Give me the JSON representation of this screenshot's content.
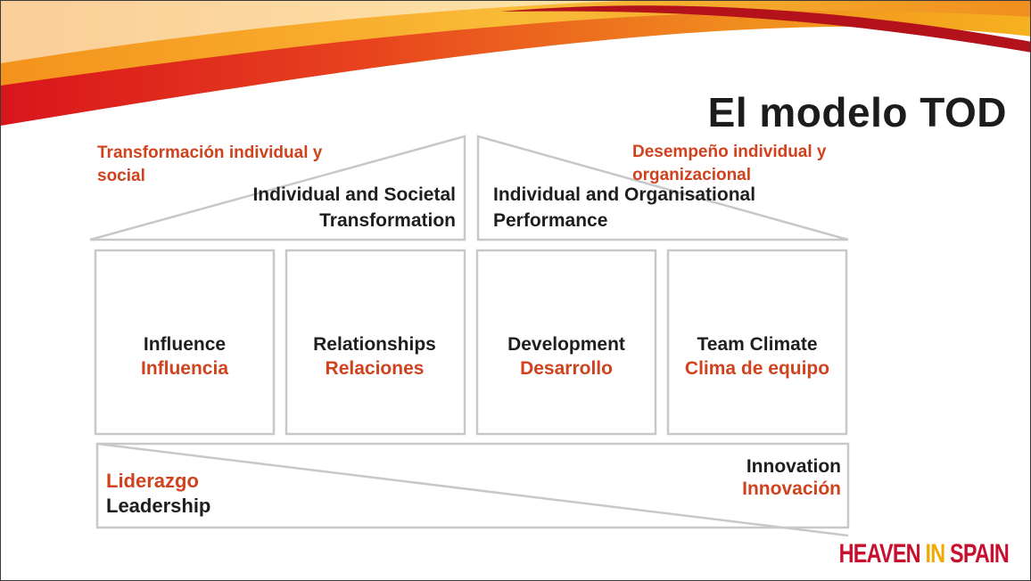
{
  "slide": {
    "title": "El modelo TOD",
    "brand": {
      "part1": "HEAVEN ",
      "part2": "IN",
      "part3": " SPAIN"
    }
  },
  "roof": {
    "left": {
      "es": "Transformación individual y social",
      "en": "Individual and Societal Transformation"
    },
    "right": {
      "es": "Desempeño individual y organizacional",
      "en": "Individual and Organisational Performance"
    }
  },
  "pillars": [
    {
      "en": "Influence",
      "es": "Influencia"
    },
    {
      "en": "Relationships",
      "es": "Relaciones"
    },
    {
      "en": "Development",
      "es": "Desarrollo"
    },
    {
      "en": "Team Climate",
      "es": "Clima de equipo"
    }
  ],
  "base": {
    "left": {
      "es": "Liderazgo",
      "en": "Leadership"
    },
    "right": {
      "en": "Innovation",
      "es": "Innovación"
    }
  },
  "colors": {
    "accent_red": "#d0421d",
    "text_dark": "#1e1e1e",
    "diagram_stroke": "#c8c8c8",
    "banner_red": "#c0191e",
    "banner_orange": "#f29a1f"
  }
}
